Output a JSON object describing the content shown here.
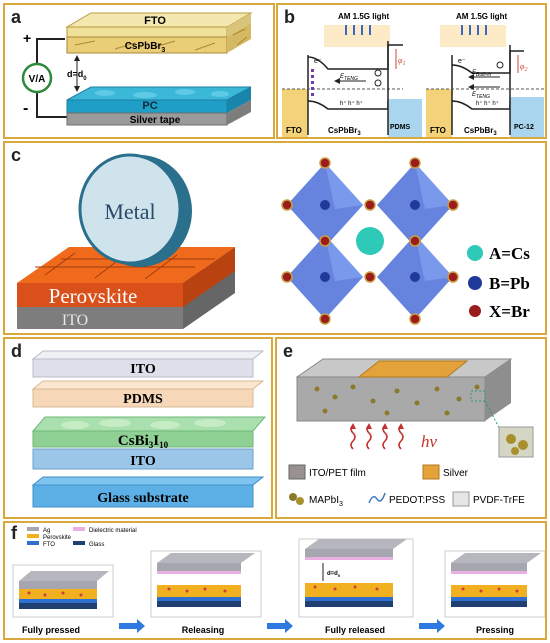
{
  "panel_a": {
    "label": "a",
    "plus": "+",
    "minus": "-",
    "meter": "V/A",
    "fto": "FTO",
    "perovskite": "CsPbBr",
    "perovskite_sub": "3",
    "gap": "d=d",
    "gap_sub": "0",
    "pc": "PC",
    "tape": "Silver tape"
  },
  "panel_b": {
    "label": "b",
    "light": "AM 1.5G light",
    "fto": "FTO",
    "perovskite": "CsPbBr",
    "perovskite_sub": "3",
    "pdms": "PDMS",
    "pc12": "PC-12",
    "e_teng": "E",
    "e_teng_sub": "TENG",
    "e_builtin_sub": "Built-in",
    "phi1": "φ",
    "phi1_sub": "1",
    "phi2_sub": "2",
    "electron": "e⁻",
    "holes": "h⁺ h⁺ h⁺"
  },
  "panel_c": {
    "label": "c",
    "metal": "Metal",
    "perovskite": "Perovskite",
    "ito": "ITO",
    "legend": [
      {
        "text": "A=Cs",
        "color": "#2fc9b8"
      },
      {
        "text": "B=Pb",
        "color": "#1f3a9a"
      },
      {
        "text": "X=Br",
        "color": "#9b1c1c"
      }
    ]
  },
  "panel_d": {
    "label": "d",
    "layers": [
      "ITO",
      "PDMS",
      "CsBi",
      "ITO",
      "Glass substrate"
    ],
    "cs_sub1": "3",
    "cs_mid": "I",
    "cs_sub2": "10"
  },
  "panel_e": {
    "label": "e",
    "hv": "hν",
    "legend": [
      {
        "text": "ITO/PET film"
      },
      {
        "text": "Silver"
      },
      {
        "text": "MAPbI",
        "sub": "3"
      },
      {
        "text": "PEDOT:PSS"
      },
      {
        "text": "PVDF-TrFE"
      }
    ]
  },
  "panel_f": {
    "label": "f",
    "legend": [
      "Ag",
      "Perovskite",
      "FTO",
      "Dielectric material",
      "Glass"
    ],
    "states": [
      "Fully pressed",
      "Releasing",
      "Fully released",
      "Pressing"
    ],
    "dist_label": "d=d",
    "dist_sub": "0"
  }
}
